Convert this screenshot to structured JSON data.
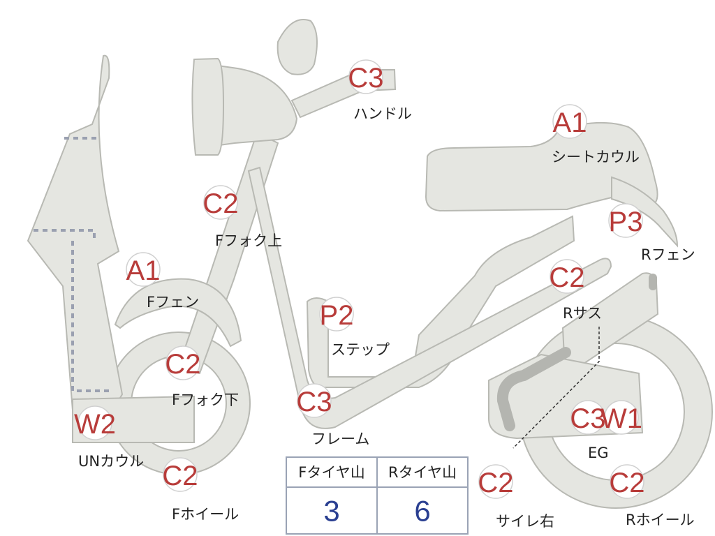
{
  "inspection_points": [
    {
      "id": "handle",
      "grade": "C3",
      "label": "ハンドル"
    },
    {
      "id": "seat-cowl",
      "grade": "A1",
      "label": "シートカウル"
    },
    {
      "id": "f-fork-upper",
      "grade": "C2",
      "label": "Fフォク上"
    },
    {
      "id": "r-fender",
      "grade": "P3",
      "label": "Rフェン"
    },
    {
      "id": "f-fender",
      "grade": "A1",
      "label": "Fフェン"
    },
    {
      "id": "r-suspension",
      "grade": "C2",
      "label": "Rサス"
    },
    {
      "id": "step",
      "grade": "P2",
      "label": "ステップ"
    },
    {
      "id": "f-fork-lower",
      "grade": "C2",
      "label": "Fフォク下"
    },
    {
      "id": "frame",
      "grade": "C3",
      "label": "フレーム"
    },
    {
      "id": "engine",
      "grades": [
        "C3",
        "W1"
      ],
      "label": "EG"
    },
    {
      "id": "under-cowl",
      "grade": "W2",
      "label": "UNカウル"
    },
    {
      "id": "f-wheel",
      "grade": "C2",
      "label": "Fホイール"
    },
    {
      "id": "muffler-right",
      "grade": "C2",
      "label": "サイレ右"
    },
    {
      "id": "r-wheel",
      "grade": "C2",
      "label": "Rホイール"
    }
  ],
  "tire_table": {
    "headers": [
      "Fタイヤ山",
      "Rタイヤ山"
    ],
    "values": [
      "3",
      "6"
    ]
  }
}
